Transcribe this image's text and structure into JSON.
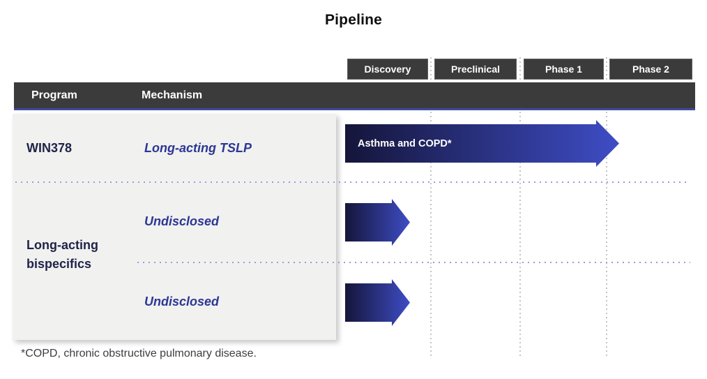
{
  "title": "Pipeline",
  "stages": [
    "Discovery",
    "Preclinical",
    "Phase 1",
    "Phase 2"
  ],
  "table_header": {
    "program": "Program",
    "mechanism": "Mechanism"
  },
  "program_groups": [
    {
      "name": "WIN378",
      "row_span": 1
    },
    {
      "name": "Long-acting bispecifics",
      "row_span": 2
    }
  ],
  "rows": [
    {
      "program": "WIN378",
      "mechanism": "Long-acting TSLP",
      "indication_label": "Asthma and COPD*",
      "stage_reached": "Phase 1"
    },
    {
      "program": "Long-acting bispecifics",
      "mechanism": "Undisclosed",
      "indication_label": "",
      "stage_reached": "Discovery"
    },
    {
      "program": "Long-acting bispecifics",
      "mechanism": "Undisclosed",
      "indication_label": "",
      "stage_reached": "Discovery"
    }
  ],
  "footnote": "*COPD, chronic obstructive pulmonary disease.",
  "colors": {
    "header_bar": "#3b3b3b",
    "stage_box": "#3b3b3b",
    "accent_underline": "#3f4a9d",
    "arrow_gradient_start": "#15153a",
    "arrow_gradient_end": "#3e4dc5",
    "program_text": "#1f2347",
    "mechanism_text": "#2c3794",
    "separator_dots": "#979cdb",
    "gridline_dots": "#c4c4c4",
    "panel_bg": "#f1f1f0"
  }
}
